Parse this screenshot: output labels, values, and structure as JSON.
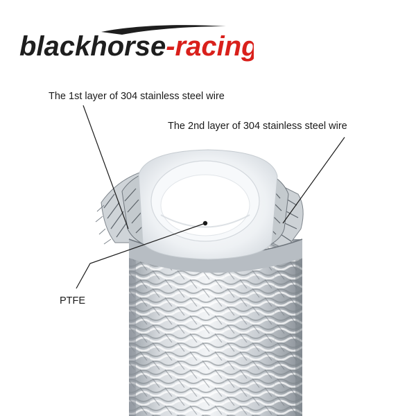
{
  "brand": {
    "name_part1": "blackhorse",
    "name_part2": "-racing",
    "color_dark": "#1e1e1e",
    "color_red": "#d9201b"
  },
  "labels": {
    "layer1": "The 1st layer of 304 stainless steel wire",
    "layer2": "The 2nd layer of 304 stainless steel wire",
    "core": "PTFE"
  },
  "colors": {
    "ptfe": "#f4f6f8",
    "steel_light": "#e6e9ec",
    "steel_dark": "#8d949b"
  }
}
